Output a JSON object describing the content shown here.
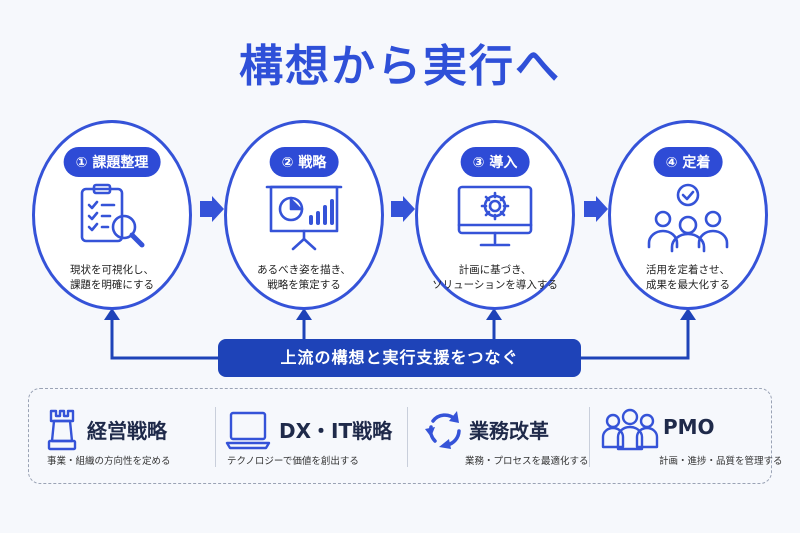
{
  "title": "構想から実行へ",
  "steps": [
    {
      "label": "① 課題整理",
      "desc1": "現状を可視化し、",
      "desc2": "課題を明確にする",
      "icon": "clipboard-magnifier-icon"
    },
    {
      "label": "② 戦略",
      "desc1": "あるべき姿を描き、",
      "desc2": "戦略を策定する",
      "icon": "presentation-board-icon"
    },
    {
      "label": "③ 導入",
      "desc1": "計画に基づき、",
      "desc2": "ソリューションを導入する",
      "icon": "monitor-gear-icon"
    },
    {
      "label": "④ 定着",
      "desc1": "活用を定着させ、",
      "desc2": "成果を最大化する",
      "icon": "team-check-icon"
    }
  ],
  "banner": "上流の構想と実行支援をつなぐ",
  "services": [
    {
      "name": "経営戦略",
      "sub": "事業・組織の方向性を定める",
      "icon": "chess-rook-icon"
    },
    {
      "name": "DX・IT戦略",
      "sub": "テクノロジーで価値を創出する",
      "icon": "laptop-icon"
    },
    {
      "name": "業務改革",
      "sub": "業務・プロセスを最適化する",
      "icon": "cycle-arrows-icon"
    },
    {
      "name": "PMO",
      "sub": "計画・進捗・品質を管理する",
      "icon": "people-group-icon"
    }
  ],
  "colors": {
    "primary": "#3553d8",
    "dark": "#1e43b8",
    "background": "#f6f8fc"
  }
}
